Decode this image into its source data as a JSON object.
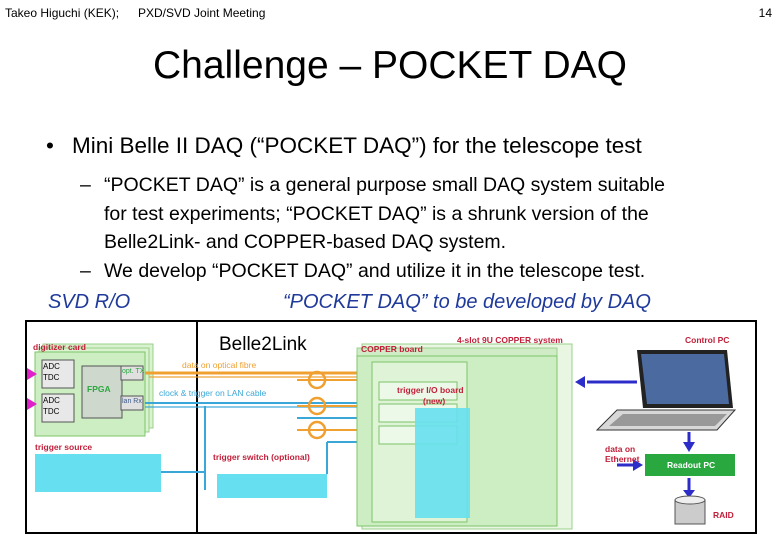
{
  "header": {
    "author": "Takeo Higuchi (KEK);",
    "meeting": "PXD/SVD Joint Meeting",
    "page_number": "14"
  },
  "slide": {
    "title": "Challenge – POCKET DAQ",
    "bullet": "Mini Belle II DAQ (“POCKET DAQ”) for the telescope test",
    "sub1": {
      "line1": "“POCKET DAQ” is a general purpose small DAQ system suitable",
      "line2": "for test experiments; “POCKET DAQ” is a shrunk version of the",
      "line3": "Belle2Link- and COPPER-based DAQ system."
    },
    "sub2": "We develop “POCKET DAQ” and utilize it in the telescope test.",
    "label_svd": "SVD R/O",
    "label_pocket": "“POCKET DAQ” to be developed by DAQ",
    "label_belle2link": "Belle2Link"
  },
  "diagram": {
    "digitizer_card": "digitizer card",
    "adc1": "ADC",
    "tdc1": "TDC",
    "adc2": "ADC",
    "tdc2": "TDC",
    "fpga": "FPGA",
    "opt_tx": "opt. TX",
    "lan_rx": "lan Rx",
    "data_optical": "data on optical fibre",
    "clock_trigger": "clock & trigger on LAN cable",
    "trigger_source": "trigger source",
    "trigger_switch": "trigger switch (optional)",
    "copper_board": "COPPER board",
    "copper_system": "4-slot 9U COPPER system",
    "trigger_io": "trigger I/O board",
    "trigger_io_new": "(new)",
    "control_pc": "Control PC",
    "data_ethernet_1": "data on",
    "data_ethernet_2": "Ethernet",
    "readout_pc": "Readout PC",
    "raid": "RAID"
  },
  "colors": {
    "board_green": "#cdeec2",
    "board_border": "#7cc46a",
    "cyan": "#66e0f0",
    "optical": "#f0a030",
    "lan": "#3aa7d8",
    "label_red": "#c0203a",
    "arrow_blue": "#2c2cc8",
    "arrow_magenta": "#e020c8",
    "readout_green": "#2aa840"
  }
}
